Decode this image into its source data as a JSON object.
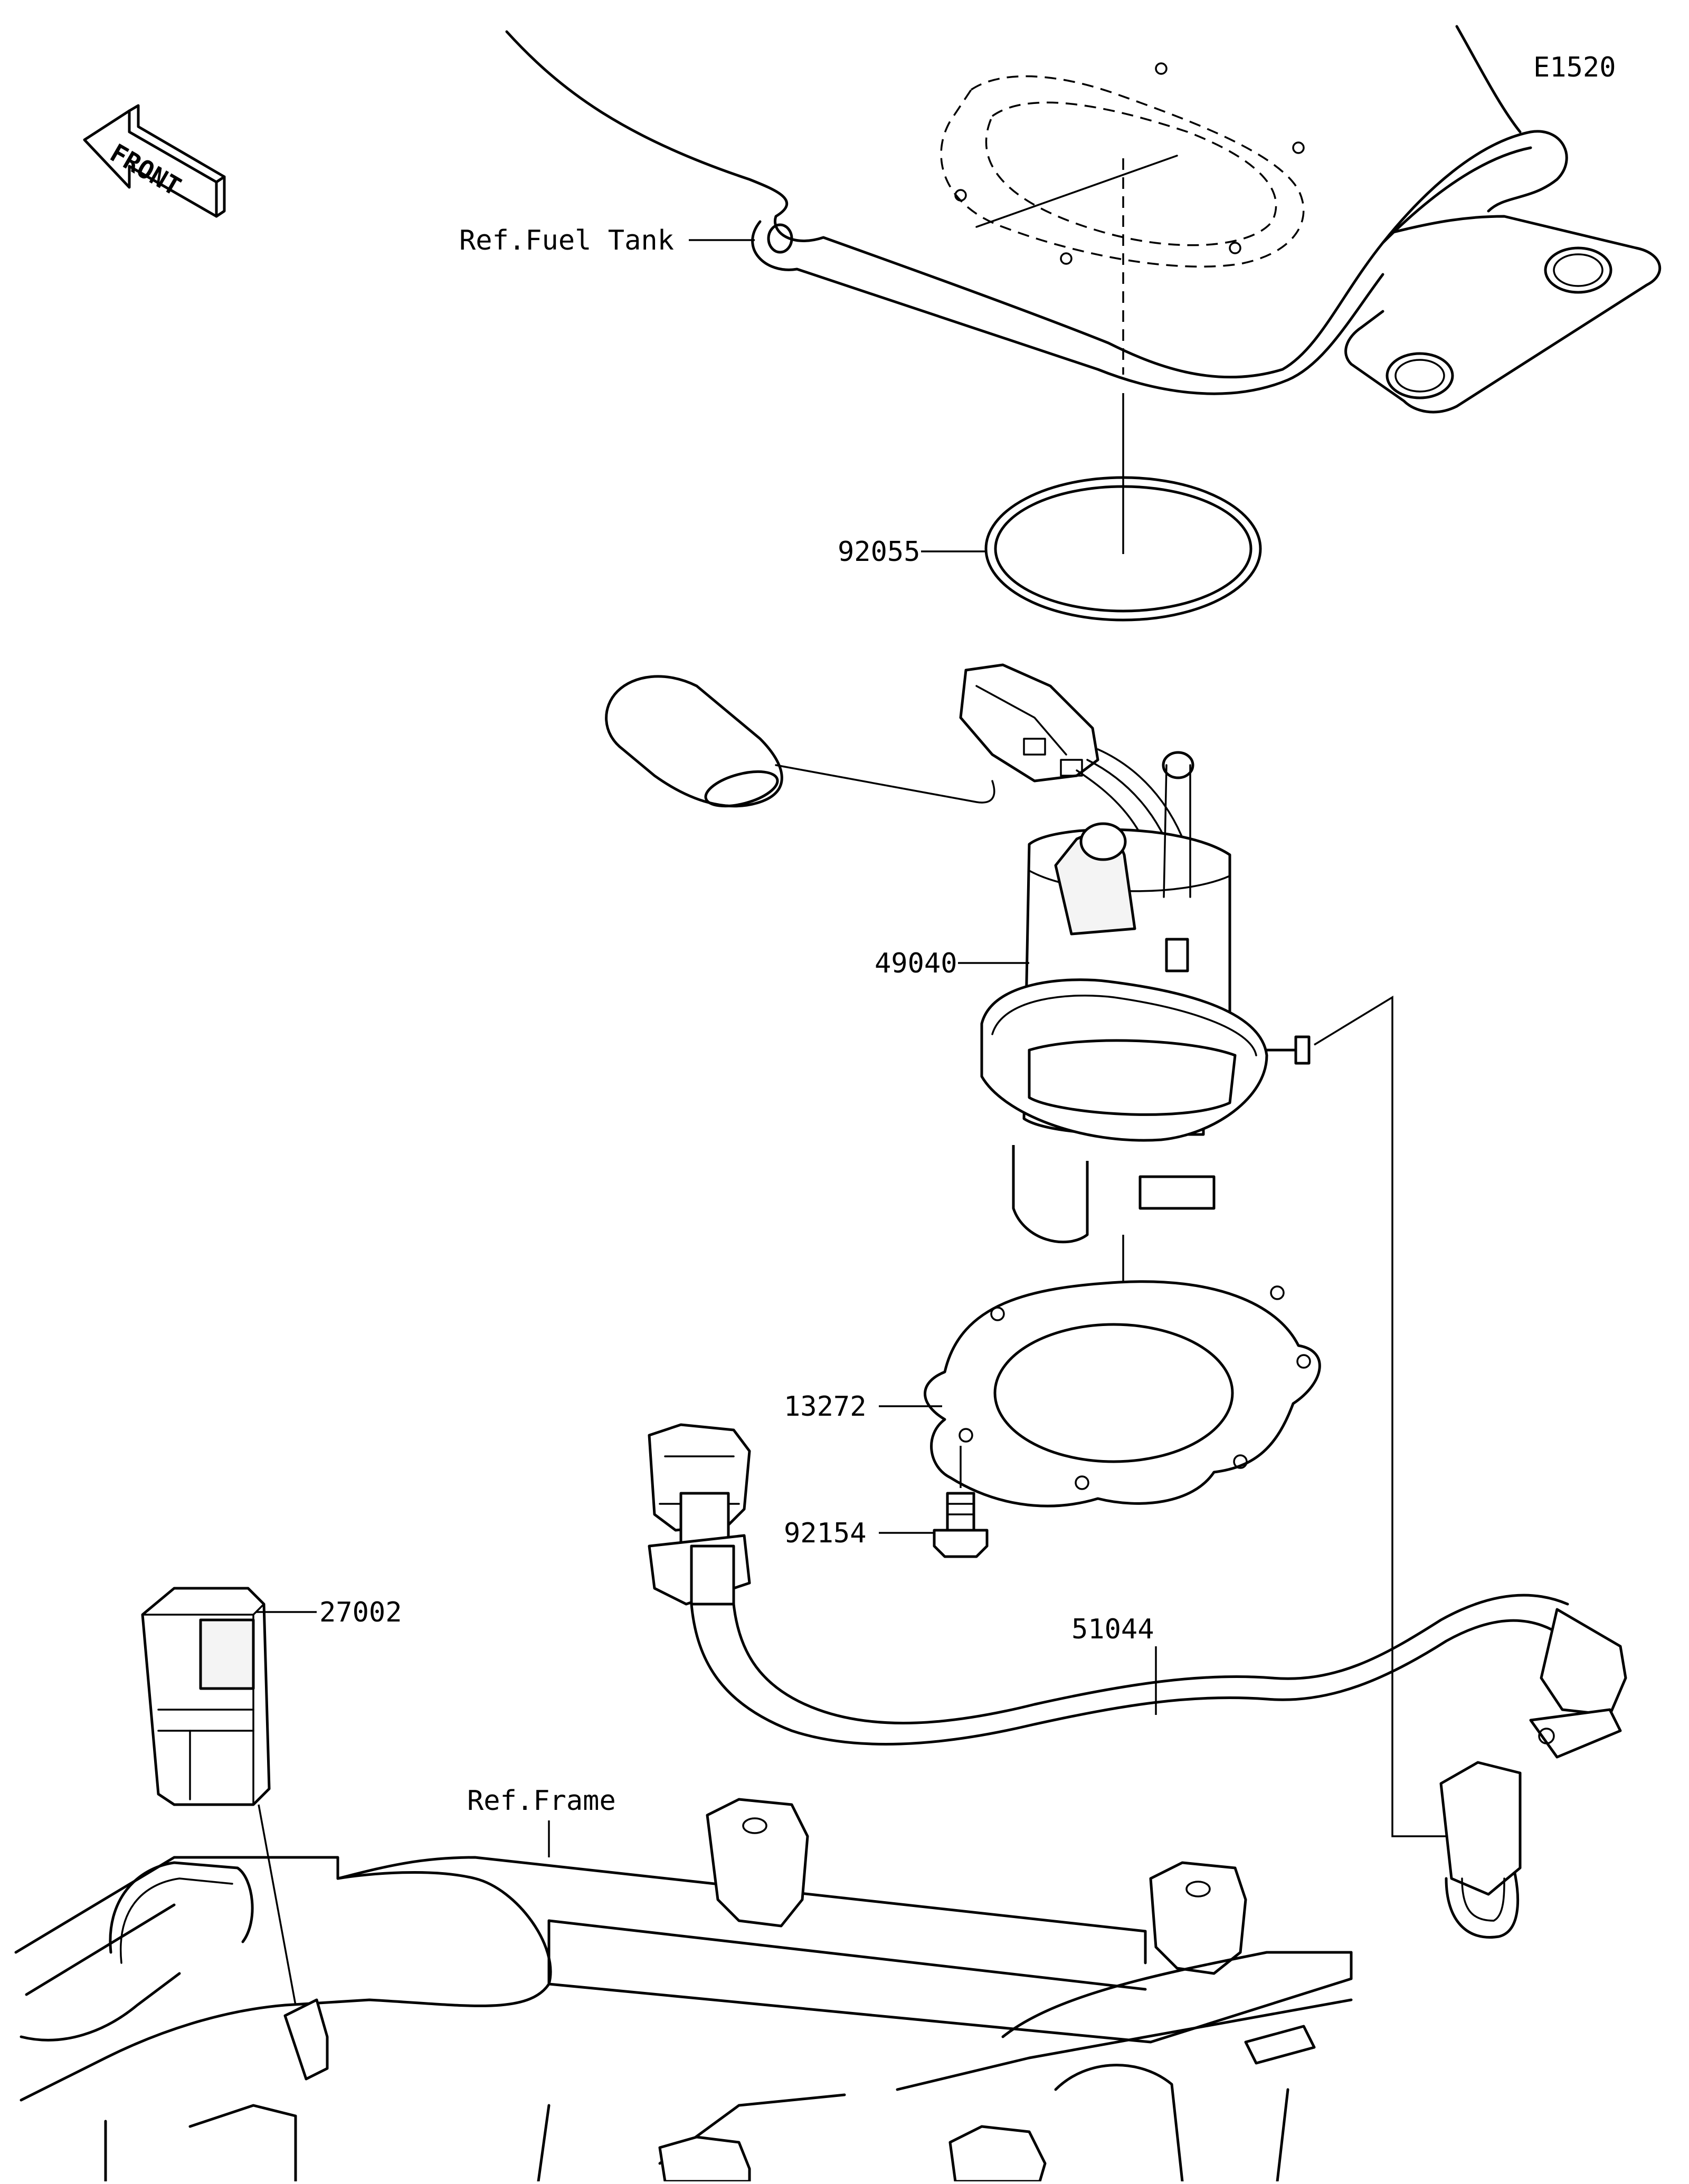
{
  "diagram_code": "E1520",
  "front_marker": "FRONT",
  "labels": {
    "fuel_tank": "Ref.Fuel Tank",
    "o_ring": "92055",
    "fuel_pump": "49040",
    "gasket": "13272",
    "bolt": "92154",
    "relay": "27002",
    "fuel_hose": "51044",
    "frame": "Ref.Frame"
  }
}
